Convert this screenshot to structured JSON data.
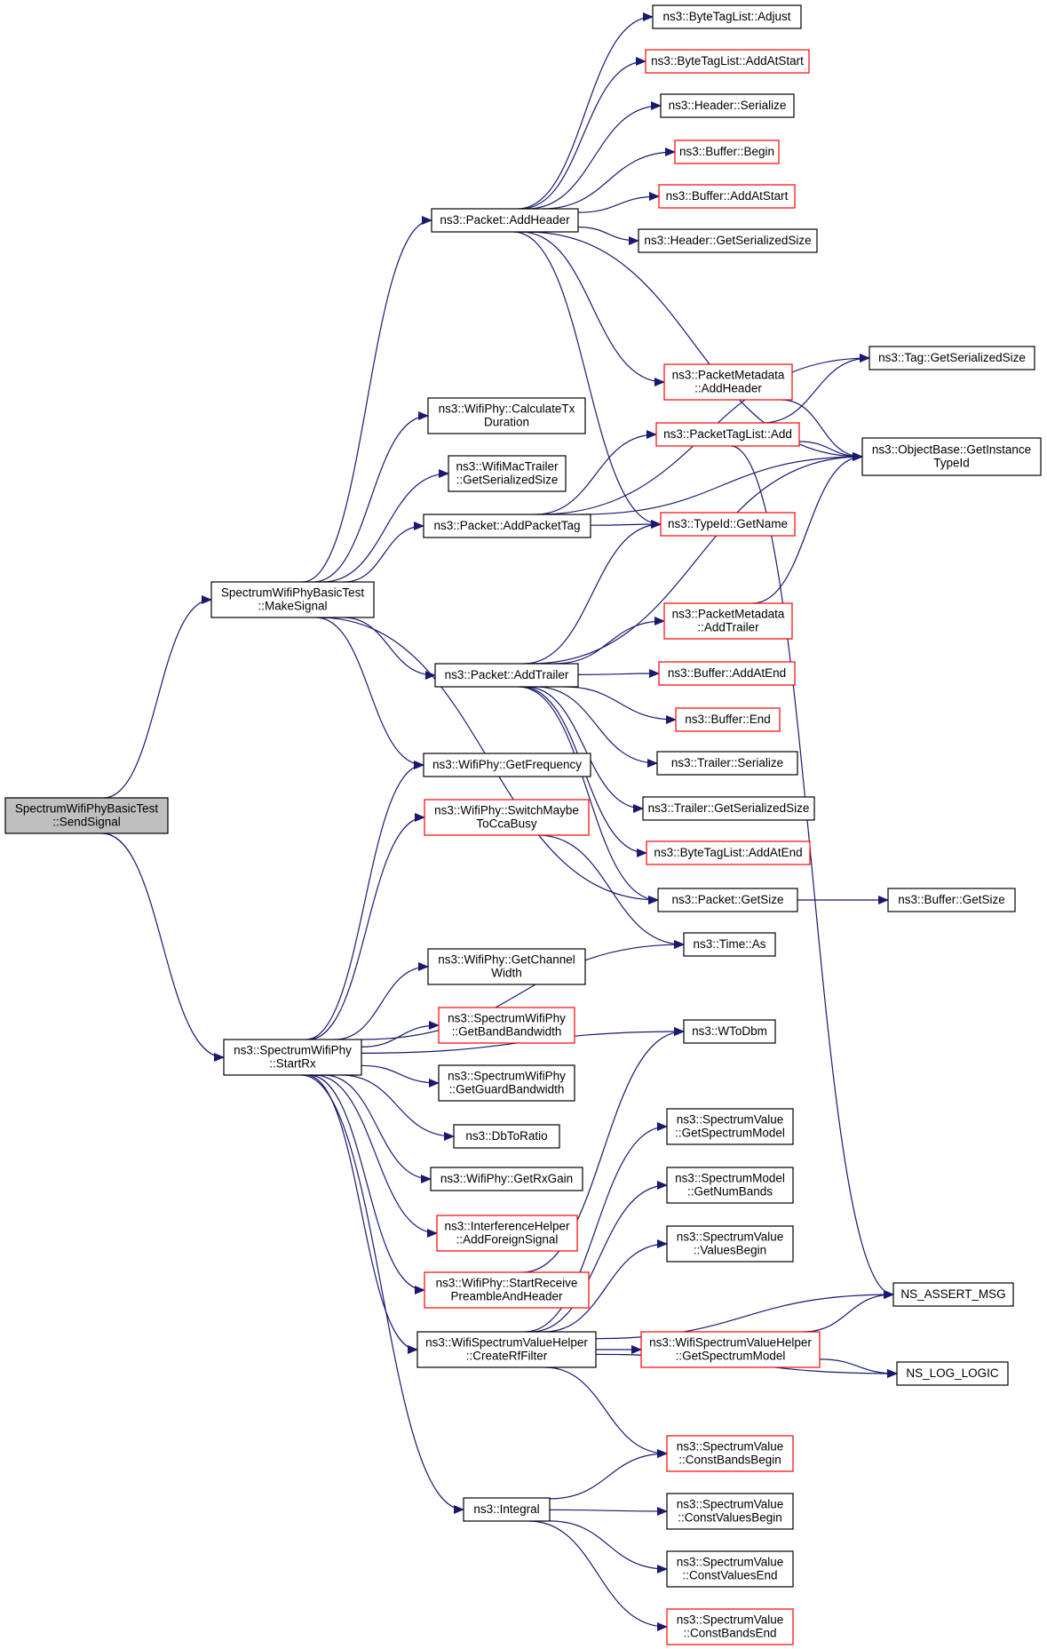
{
  "colors": {
    "edge": "#191970",
    "node_fill": "#ffffff",
    "node_border_default": "#000000",
    "node_border_truncated": "#ff0000",
    "root_fill": "#bfbfbf"
  },
  "nodes": [
    {
      "id": "sendsignal",
      "lines": [
        "SpectrumWifiPhyBasicTest",
        "::SendSignal"
      ],
      "border": "black",
      "root": true
    },
    {
      "id": "makesignal",
      "lines": [
        "SpectrumWifiPhyBasicTest",
        "::MakeSignal"
      ],
      "border": "black"
    },
    {
      "id": "startrx",
      "lines": [
        "ns3::SpectrumWifiPhy",
        "::StartRx"
      ],
      "border": "black"
    },
    {
      "id": "packet_addheader",
      "lines": [
        "ns3::Packet::AddHeader"
      ],
      "border": "black"
    },
    {
      "id": "wifiphy_calctx",
      "lines": [
        "ns3::WifiPhy::CalculateTx",
        "Duration"
      ],
      "border": "black"
    },
    {
      "id": "wifimactrailer_size",
      "lines": [
        "ns3::WifiMacTrailer",
        "::GetSerializedSize"
      ],
      "border": "black"
    },
    {
      "id": "packet_addpackettag",
      "lines": [
        "ns3::Packet::AddPacketTag"
      ],
      "border": "black"
    },
    {
      "id": "packet_addtrailer",
      "lines": [
        "ns3::Packet::AddTrailer"
      ],
      "border": "black"
    },
    {
      "id": "wifiphy_getfrequency",
      "lines": [
        "ns3::WifiPhy::GetFrequency"
      ],
      "border": "black"
    },
    {
      "id": "wifiphy_switchcca",
      "lines": [
        "ns3::WifiPhy::SwitchMaybe",
        "ToCcaBusy"
      ],
      "border": "red"
    },
    {
      "id": "wifiphy_getchannelwidth",
      "lines": [
        "ns3::WifiPhy::GetChannel",
        "Width"
      ],
      "border": "black"
    },
    {
      "id": "spectrumphy_bandbw",
      "lines": [
        "ns3::SpectrumWifiPhy",
        "::GetBandBandwidth"
      ],
      "border": "red"
    },
    {
      "id": "spectrumphy_guardbw",
      "lines": [
        "ns3::SpectrumWifiPhy",
        "::GetGuardBandwidth"
      ],
      "border": "black"
    },
    {
      "id": "dbtoratio",
      "lines": [
        "ns3::DbToRatio"
      ],
      "border": "black"
    },
    {
      "id": "wifiphy_getrxgain",
      "lines": [
        "ns3::WifiPhy::GetRxGain"
      ],
      "border": "black"
    },
    {
      "id": "interference_addforeign",
      "lines": [
        "ns3::InterferenceHelper",
        "::AddForeignSignal"
      ],
      "border": "red"
    },
    {
      "id": "wifiphy_startreceive",
      "lines": [
        "ns3::WifiPhy::StartReceive",
        "PreambleAndHeader"
      ],
      "border": "red"
    },
    {
      "id": "wsvh_createrffilter",
      "lines": [
        "ns3::WifiSpectrumValueHelper",
        "::CreateRfFilter"
      ],
      "border": "black"
    },
    {
      "id": "integral",
      "lines": [
        "ns3::Integral"
      ],
      "border": "black"
    },
    {
      "id": "bytetaglist_adjust",
      "lines": [
        "ns3::ByteTagList::Adjust"
      ],
      "border": "black"
    },
    {
      "id": "bytetaglist_addatstart",
      "lines": [
        "ns3::ByteTagList::AddAtStart"
      ],
      "border": "red"
    },
    {
      "id": "header_serialize",
      "lines": [
        "ns3::Header::Serialize"
      ],
      "border": "black"
    },
    {
      "id": "buffer_begin",
      "lines": [
        "ns3::Buffer::Begin"
      ],
      "border": "red"
    },
    {
      "id": "buffer_addatstart",
      "lines": [
        "ns3::Buffer::AddAtStart"
      ],
      "border": "red"
    },
    {
      "id": "header_getsize",
      "lines": [
        "ns3::Header::GetSerializedSize"
      ],
      "border": "black"
    },
    {
      "id": "pm_addheader",
      "lines": [
        "ns3::PacketMetadata",
        "::AddHeader"
      ],
      "border": "red"
    },
    {
      "id": "packettaglist_add",
      "lines": [
        "ns3::PacketTagList::Add"
      ],
      "border": "red"
    },
    {
      "id": "typeid_getname",
      "lines": [
        "ns3::TypeId::GetName"
      ],
      "border": "red"
    },
    {
      "id": "pm_addtrailer",
      "lines": [
        "ns3::PacketMetadata",
        "::AddTrailer"
      ],
      "border": "red"
    },
    {
      "id": "buffer_addatend",
      "lines": [
        "ns3::Buffer::AddAtEnd"
      ],
      "border": "red"
    },
    {
      "id": "buffer_end",
      "lines": [
        "ns3::Buffer::End"
      ],
      "border": "red"
    },
    {
      "id": "trailer_serialize",
      "lines": [
        "ns3::Trailer::Serialize"
      ],
      "border": "black"
    },
    {
      "id": "trailer_getsize",
      "lines": [
        "ns3::Trailer::GetSerializedSize"
      ],
      "border": "black"
    },
    {
      "id": "bytetaglist_addatend",
      "lines": [
        "ns3::ByteTagList::AddAtEnd"
      ],
      "border": "red"
    },
    {
      "id": "packet_getsize",
      "lines": [
        "ns3::Packet::GetSize"
      ],
      "border": "black"
    },
    {
      "id": "time_as",
      "lines": [
        "ns3::Time::As"
      ],
      "border": "black"
    },
    {
      "id": "wtodbm",
      "lines": [
        "ns3::WToDbm"
      ],
      "border": "black"
    },
    {
      "id": "sv_getspectrummodel",
      "lines": [
        "ns3::SpectrumValue",
        "::GetSpectrumModel"
      ],
      "border": "black"
    },
    {
      "id": "sm_getnumbands",
      "lines": [
        "ns3::SpectrumModel",
        "::GetNumBands"
      ],
      "border": "black"
    },
    {
      "id": "sv_valuesbegin",
      "lines": [
        "ns3::SpectrumValue",
        "::ValuesBegin"
      ],
      "border": "black"
    },
    {
      "id": "wsvh_getspectrummodel",
      "lines": [
        "ns3::WifiSpectrumValueHelper",
        "::GetSpectrumModel"
      ],
      "border": "red"
    },
    {
      "id": "sv_constbandsbegin",
      "lines": [
        "ns3::SpectrumValue",
        "::ConstBandsBegin"
      ],
      "border": "red"
    },
    {
      "id": "sv_constvaluesbegin",
      "lines": [
        "ns3::SpectrumValue",
        "::ConstValuesBegin"
      ],
      "border": "black"
    },
    {
      "id": "sv_constvaluesend",
      "lines": [
        "ns3::SpectrumValue",
        "::ConstValuesEnd"
      ],
      "border": "black"
    },
    {
      "id": "sv_constbandsend",
      "lines": [
        "ns3::SpectrumValue",
        "::ConstBandsEnd"
      ],
      "border": "red"
    },
    {
      "id": "tag_getsize",
      "lines": [
        "ns3::Tag::GetSerializedSize"
      ],
      "border": "black"
    },
    {
      "id": "objectbase_gettypeid",
      "lines": [
        "ns3::ObjectBase::GetInstance",
        "TypeId"
      ],
      "border": "black"
    },
    {
      "id": "pac_buffer_getsize",
      "lines": [
        "ns3::Buffer::GetSize"
      ],
      "border": "black"
    },
    {
      "id": "ns_assert_msg",
      "lines": [
        "NS_ASSERT_MSG"
      ],
      "border": "black"
    },
    {
      "id": "ns_log_logic",
      "lines": [
        "NS_LOG_LOGIC"
      ],
      "border": "black"
    }
  ],
  "edges": [
    [
      "sendsignal",
      "makesignal"
    ],
    [
      "sendsignal",
      "startrx"
    ],
    [
      "makesignal",
      "packet_addheader"
    ],
    [
      "makesignal",
      "wifiphy_calctx"
    ],
    [
      "makesignal",
      "wifimactrailer_size"
    ],
    [
      "makesignal",
      "packet_addpackettag"
    ],
    [
      "makesignal",
      "packet_addtrailer"
    ],
    [
      "makesignal",
      "wifiphy_getfrequency"
    ],
    [
      "makesignal",
      "packet_getsize"
    ],
    [
      "packet_addheader",
      "bytetaglist_adjust"
    ],
    [
      "packet_addheader",
      "bytetaglist_addatstart"
    ],
    [
      "packet_addheader",
      "header_serialize"
    ],
    [
      "packet_addheader",
      "buffer_begin"
    ],
    [
      "packet_addheader",
      "buffer_addatstart"
    ],
    [
      "packet_addheader",
      "header_getsize"
    ],
    [
      "packet_addheader",
      "pm_addheader"
    ],
    [
      "packet_addheader",
      "objectbase_gettypeid"
    ],
    [
      "packet_addheader",
      "typeid_getname"
    ],
    [
      "pm_addheader",
      "objectbase_gettypeid"
    ],
    [
      "packettaglist_add",
      "objectbase_gettypeid"
    ],
    [
      "packettaglist_add",
      "tag_getsize"
    ],
    [
      "packettaglist_add",
      "ns_assert_msg"
    ],
    [
      "packet_addpackettag",
      "tag_getsize"
    ],
    [
      "packet_addpackettag",
      "packettaglist_add"
    ],
    [
      "packet_addpackettag",
      "objectbase_gettypeid"
    ],
    [
      "packet_addpackettag",
      "typeid_getname"
    ],
    [
      "packet_addtrailer",
      "typeid_getname"
    ],
    [
      "packet_addtrailer",
      "objectbase_gettypeid"
    ],
    [
      "packet_addtrailer",
      "pm_addtrailer"
    ],
    [
      "packet_addtrailer",
      "buffer_addatend"
    ],
    [
      "packet_addtrailer",
      "buffer_end"
    ],
    [
      "packet_addtrailer",
      "trailer_serialize"
    ],
    [
      "packet_addtrailer",
      "trailer_getsize"
    ],
    [
      "packet_addtrailer",
      "bytetaglist_addatend"
    ],
    [
      "packet_addtrailer",
      "packet_getsize"
    ],
    [
      "pm_addtrailer",
      "objectbase_gettypeid"
    ],
    [
      "packet_getsize",
      "pac_buffer_getsize"
    ],
    [
      "wifiphy_switchcca",
      "time_as"
    ],
    [
      "startrx",
      "wifiphy_getfrequency"
    ],
    [
      "startrx",
      "wifiphy_switchcca"
    ],
    [
      "startrx",
      "time_as"
    ],
    [
      "startrx",
      "wtodbm"
    ],
    [
      "startrx",
      "wifiphy_getchannelwidth"
    ],
    [
      "startrx",
      "spectrumphy_bandbw"
    ],
    [
      "startrx",
      "spectrumphy_guardbw"
    ],
    [
      "startrx",
      "dbtoratio"
    ],
    [
      "startrx",
      "wifiphy_getrxgain"
    ],
    [
      "startrx",
      "interference_addforeign"
    ],
    [
      "startrx",
      "wifiphy_startreceive"
    ],
    [
      "startrx",
      "wsvh_createrffilter"
    ],
    [
      "startrx",
      "integral"
    ],
    [
      "wifiphy_startreceive",
      "wtodbm"
    ],
    [
      "wsvh_createrffilter",
      "sv_getspectrummodel"
    ],
    [
      "wsvh_createrffilter",
      "sm_getnumbands"
    ],
    [
      "wsvh_createrffilter",
      "sv_valuesbegin"
    ],
    [
      "wsvh_createrffilter",
      "ns_assert_msg"
    ],
    [
      "wsvh_createrffilter",
      "wsvh_getspectrummodel"
    ],
    [
      "wsvh_createrffilter",
      "ns_log_logic"
    ],
    [
      "wsvh_createrffilter",
      "sv_constbandsbegin"
    ],
    [
      "wsvh_getspectrummodel",
      "ns_assert_msg"
    ],
    [
      "wsvh_getspectrummodel",
      "ns_log_logic"
    ],
    [
      "integral",
      "sv_constbandsbegin"
    ],
    [
      "integral",
      "sv_constvaluesbegin"
    ],
    [
      "integral",
      "sv_constvaluesend"
    ],
    [
      "integral",
      "sv_constbandsend"
    ]
  ]
}
